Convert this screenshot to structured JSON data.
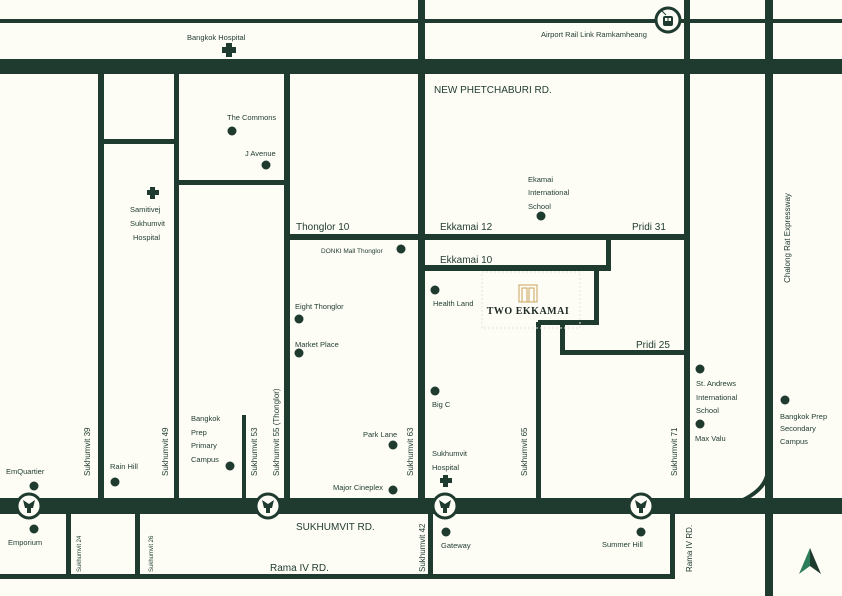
{
  "colors": {
    "road": "#1f3a2f",
    "background": "#fdfdf6",
    "brand_gold": "#c9a45c",
    "north_arrow": "#2e7d5b"
  },
  "roads": {
    "new_phetchaburi": "NEW PHETCHABURI RD.",
    "sukhumvit": "SUKHUMVIT RD.",
    "rama4_bottom": "Rama IV RD.",
    "rama4_vertical": "Rama IV RD.",
    "thonglor10": "Thonglor 10",
    "ekkamai12": "Ekkamai 12",
    "pridi31": "Pridi 31",
    "ekkamai10": "Ekkamai 10",
    "pridi25": "Pridi 25",
    "expressway": "Chalong Rat Expressway",
    "soi39": "Sukhumvit 39",
    "soi49": "Sukhumvit 49",
    "soi53": "Sukhumvit 53",
    "soi55": "Sukhumvit 55 (Thonglor)",
    "soi63": "Sukhumvit 63",
    "soi65": "Sukhumvit 65",
    "soi71": "Sukhumvit 71",
    "soi24": "Sukhumvit 24",
    "soi26": "Sukhumvit 26",
    "soi42": "Sukhumvit 42"
  },
  "places": {
    "bangkok_hospital": "Bangkok Hospital",
    "airport_rail_link": "Airport Rail Link Ramkamheang",
    "the_commons": "The Commons",
    "j_avenue": "J Avenue",
    "samitivej": [
      "Samitivej",
      "Sukhumvit",
      "Hospital"
    ],
    "donki": "DONKI Mall Thonglor",
    "ekkamai_school": [
      "Ekamai",
      "International",
      "School"
    ],
    "health_land": "Health Land",
    "eight_thonglor": "Eight Thonglor",
    "market_place": "Market Place",
    "big_c": "Big C",
    "park_lane": "Park Lane",
    "sukhumvit_hospital": [
      "Sukhumvit",
      "Hospital"
    ],
    "major_cineplex": "Major Cineplex",
    "bangkok_prep_primary": [
      "Bangkok",
      "Prep",
      "Primary",
      "Campus"
    ],
    "rain_hill": "Rain Hill",
    "emquartier": "EmQuartier",
    "emporium": "Emporium",
    "gateway": "Gateway",
    "summer_hill": "Summer Hill",
    "st_andrews": [
      "St. Andrews",
      "International",
      "School"
    ],
    "max_valu": "Max Valu",
    "bangkok_prep_secondary": [
      "Bangkok Prep",
      "Secondary",
      "Campus"
    ]
  },
  "project": {
    "name": "TWO EKKAMAI",
    "logo_icon": "two-pillars-logo"
  },
  "icons": {
    "bts": "bts-station-icon",
    "train": "airport-rail-train-icon",
    "hospital": "hospital-cross-icon",
    "north": "north-arrow-icon"
  }
}
